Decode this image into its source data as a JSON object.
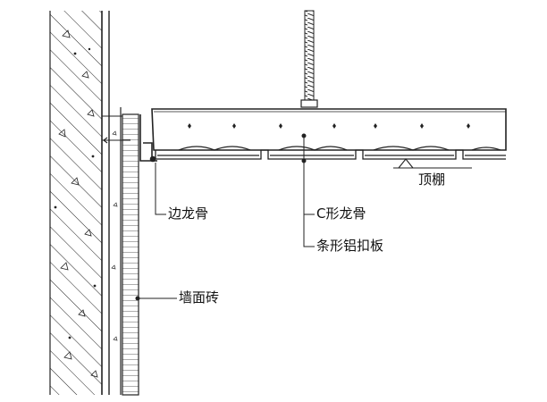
{
  "labels": {
    "edge_keel": "边龙骨",
    "c_keel": "C形龙骨",
    "strip_panel": "条形铝扣板",
    "ceiling": "顶棚",
    "wall_tile": "墙面砖"
  }
}
